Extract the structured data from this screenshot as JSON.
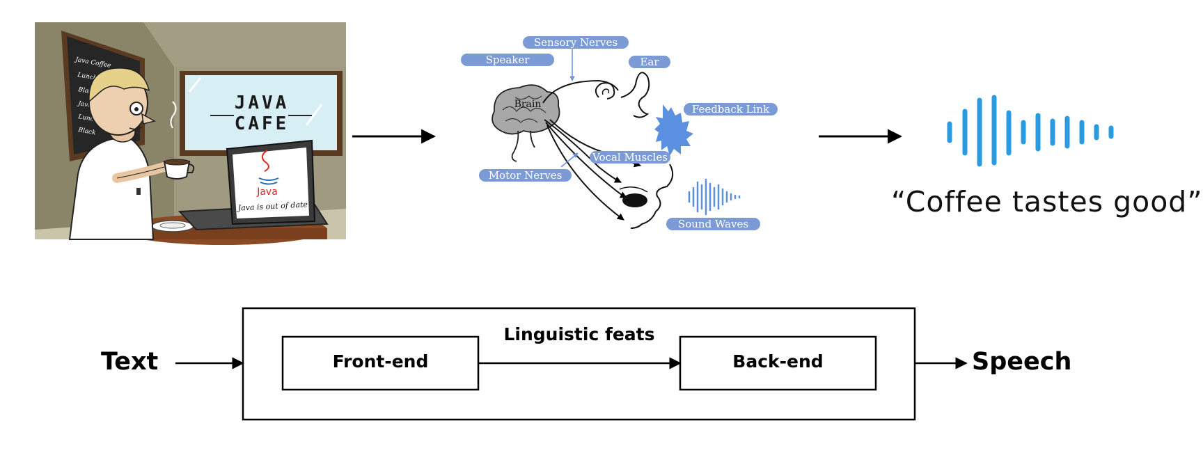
{
  "cartoon": {
    "sign_line1": "JAVA",
    "sign_line2": "CAFE",
    "laptop_logo_text": "Java",
    "laptop_caption": "Java is out of date",
    "menu_items": [
      "Java Coffee",
      "Lunch",
      "Black",
      "Java",
      "Lunch",
      "Black"
    ]
  },
  "speech_chain": {
    "labels": {
      "sensory_nerves": "Sensory Nerves",
      "speaker": "Speaker",
      "ear": "Ear",
      "brain": "Brain",
      "feedback_link": "Feedback Link",
      "vocal_muscles": "Vocal Muscles",
      "motor_nerves": "Motor Nerves",
      "sound_waves": "Sound Waves"
    },
    "accent_color": "#7b9ad6",
    "wave_color": "#4a86e8"
  },
  "output": {
    "quote": "“Coffee tastes good”",
    "waveform_color": "#2a9be0"
  },
  "pipeline": {
    "input_label": "Text",
    "frontend_label": "Front-end",
    "intermediate_label": "Linguistic feats",
    "backend_label": "Back-end",
    "output_label": "Speech"
  }
}
